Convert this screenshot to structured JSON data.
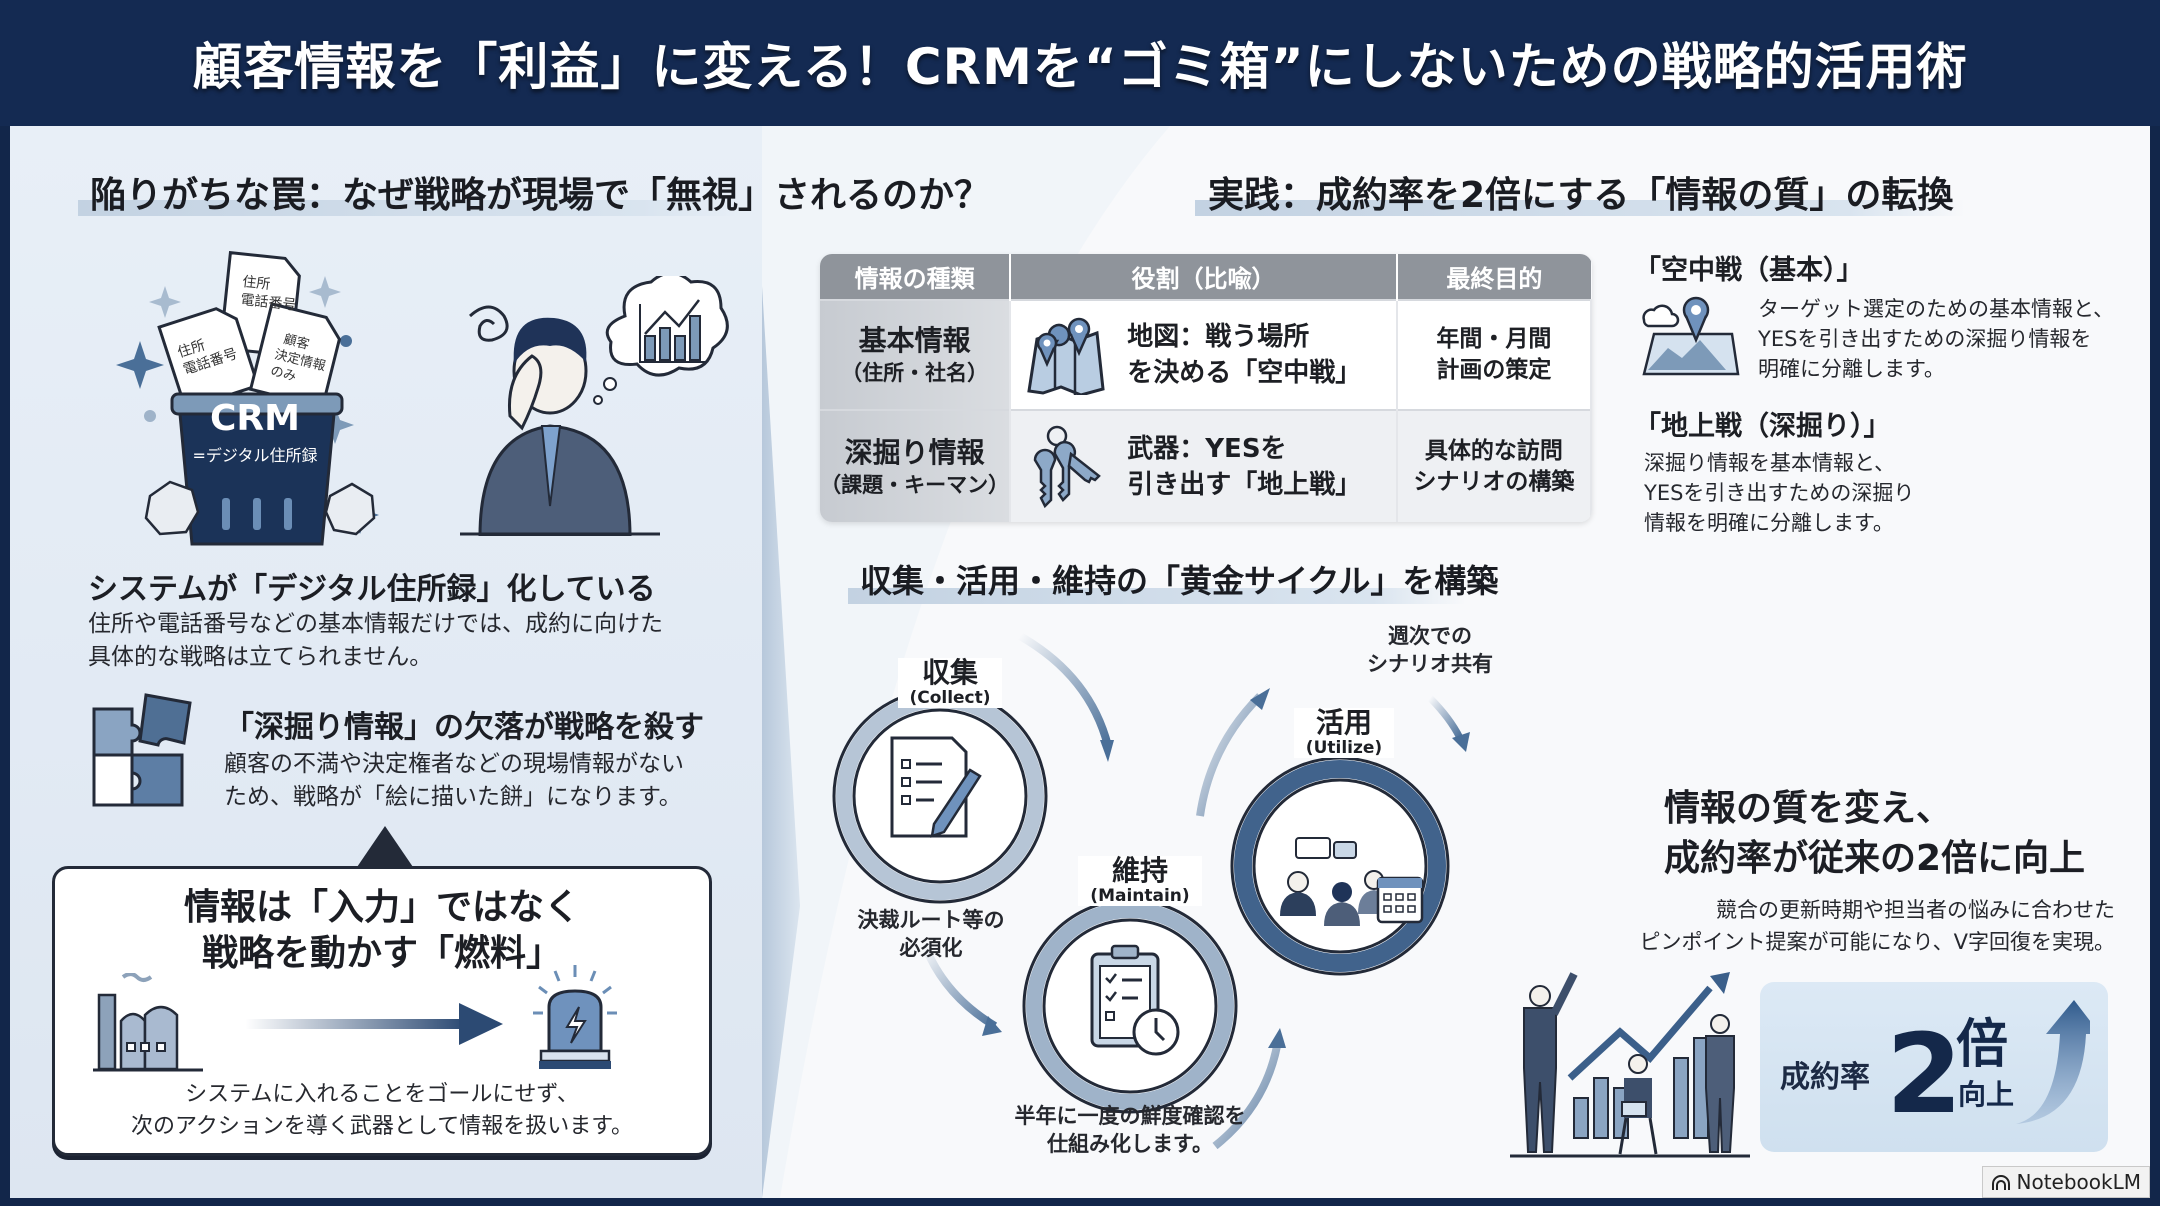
{
  "header": {
    "title": "顧客情報を「利益」に変える！CRMを“ゴミ箱”にしないための戦略的活用術"
  },
  "left": {
    "section_title": "陥りがちな罠：なぜ戦略が現場で「無視」されるのか？",
    "illustration": {
      "bin_label": "CRM",
      "bin_sublabel": "=デジタル住所録",
      "papers": [
        "住所\n電話番号",
        "住所\n電話番号",
        "顧客\n決定情報\nのみ"
      ]
    },
    "point1": {
      "heading": "システムが「デジタル住所録」化している",
      "lines": [
        "住所や電話番号などの基本情報だけでは、成約に向けた",
        "具体的な戦略は立てられません。"
      ]
    },
    "point2": {
      "heading": "「深掘り情報」の欠落が戦略を殺す",
      "lines": [
        "顧客の不満や決定権者などの現場情報がない",
        "ため、戦略が「絵に描いた餅」になります。"
      ]
    },
    "callout": {
      "title_lines": [
        "情報は「入力」ではなく",
        "戦略を動かす「燃料」"
      ],
      "body_lines": [
        "システムに入れることをゴールにせず、",
        "次のアクションを導く武器として情報を扱います。"
      ]
    }
  },
  "practice": {
    "section_title": "実践：成約率を2倍にする「情報の質」の転換",
    "table": {
      "headers": [
        "情報の種類",
        "役割（比喩）",
        "最終目的"
      ],
      "rows": [
        {
          "kind": "基本情報",
          "kind_sub": "（住所・社名）",
          "icon": "map-icon",
          "role_lines": [
            "地図：戦う場所",
            "を決める「空中戦」"
          ],
          "goal_lines": [
            "年間・月間",
            "計画の策定"
          ]
        },
        {
          "kind": "深掘り情報",
          "kind_sub": "（課題・キーマン）",
          "icon": "keys-icon",
          "role_lines": [
            "武器：YESを",
            "引き出す「地上戦」"
          ],
          "goal_lines": [
            "具体的な訪問",
            "シナリオの構築"
          ]
        }
      ]
    },
    "side": [
      {
        "heading": "「空中戦（基本）」",
        "lines": [
          "ターゲット選定のための基本情報と、",
          "YESを引き出すための深掘り情報を",
          "明確に分離します。"
        ]
      },
      {
        "heading": "「地上戦（深掘り）」",
        "lines": [
          "深掘り情報を基本情報と、",
          "YESを引き出すための深掘り",
          "情報を明確に分離します。"
        ]
      }
    ]
  },
  "cycle": {
    "section_title": "収集・活用・維持の「黄金サイクル」を構築",
    "stages": [
      {
        "name": "収集",
        "en": "(Collect)"
      },
      {
        "name": "維持",
        "en": "(Maintain)"
      },
      {
        "name": "活用",
        "en": "(Utilize)"
      }
    ],
    "notes": {
      "top_right": [
        "週次での",
        "シナリオ共有"
      ],
      "left": [
        "決裁ルート等の",
        "必須化"
      ],
      "bottom": [
        "半年に一度の鮮度確認を",
        "仕組み化します。"
      ]
    }
  },
  "result": {
    "title_lines": [
      "情報の質を変え、",
      "成約率が従来の2倍に向上"
    ],
    "body_lines": [
      "競合の更新時期や担当者の悩みに合わせた",
      "ピンポイント提案が可能になり、V字回復を実現。"
    ],
    "stat": {
      "label": "成約率",
      "number": "2",
      "unit": "倍",
      "suffix": "向上"
    }
  },
  "brand": {
    "name": "NotebookLM"
  },
  "colors": {
    "navy": "#142a52",
    "accent": "#4a6f98",
    "light": "#dce9f5"
  }
}
